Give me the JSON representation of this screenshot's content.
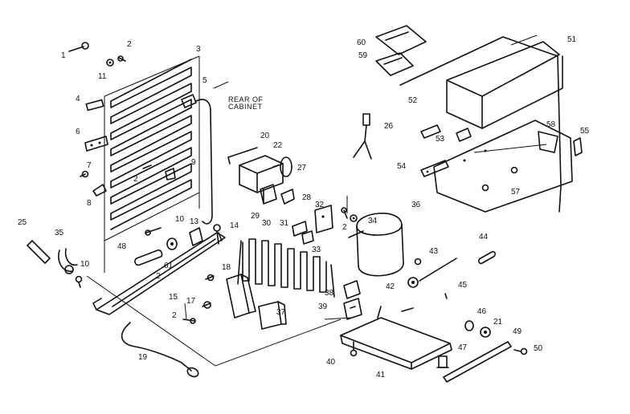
{
  "diagram": {
    "note": [
      "REAR OF",
      "CABINET"
    ],
    "labels": {
      "l1": "1",
      "l2a": "2",
      "l11": "11",
      "l3": "3",
      "l4": "4",
      "l5": "5",
      "l6": "6",
      "l7": "7",
      "l8": "8",
      "l9": "9",
      "l2b": "2",
      "l10a": "10",
      "l13": "13",
      "l14": "14",
      "l25": "25",
      "l35": "35",
      "l10b": "10",
      "l48": "48",
      "l61": "61",
      "l2c": "2",
      "l15": "15",
      "l18": "18",
      "l17": "17",
      "l2d": "2",
      "l19": "19",
      "l20": "20",
      "l22": "22",
      "l27": "27",
      "l29": "29",
      "l28": "28",
      "l30": "30",
      "l31": "31",
      "l32": "32",
      "l33": "33",
      "l37": "37",
      "l38": "38",
      "l39": "39",
      "l2e": "2",
      "l34": "34",
      "l36": "36",
      "l40": "40",
      "l41": "41",
      "l26": "26",
      "l60": "60",
      "l59": "59",
      "l51": "51",
      "l52": "52",
      "l53": "53",
      "l58": "58",
      "l55": "55",
      "l54": "54",
      "l57": "57",
      "l43": "43",
      "l44": "44",
      "l42": "42",
      "l45": "45",
      "l46": "46",
      "l21": "21",
      "l49": "49",
      "l47": "47",
      "l50": "50"
    }
  }
}
